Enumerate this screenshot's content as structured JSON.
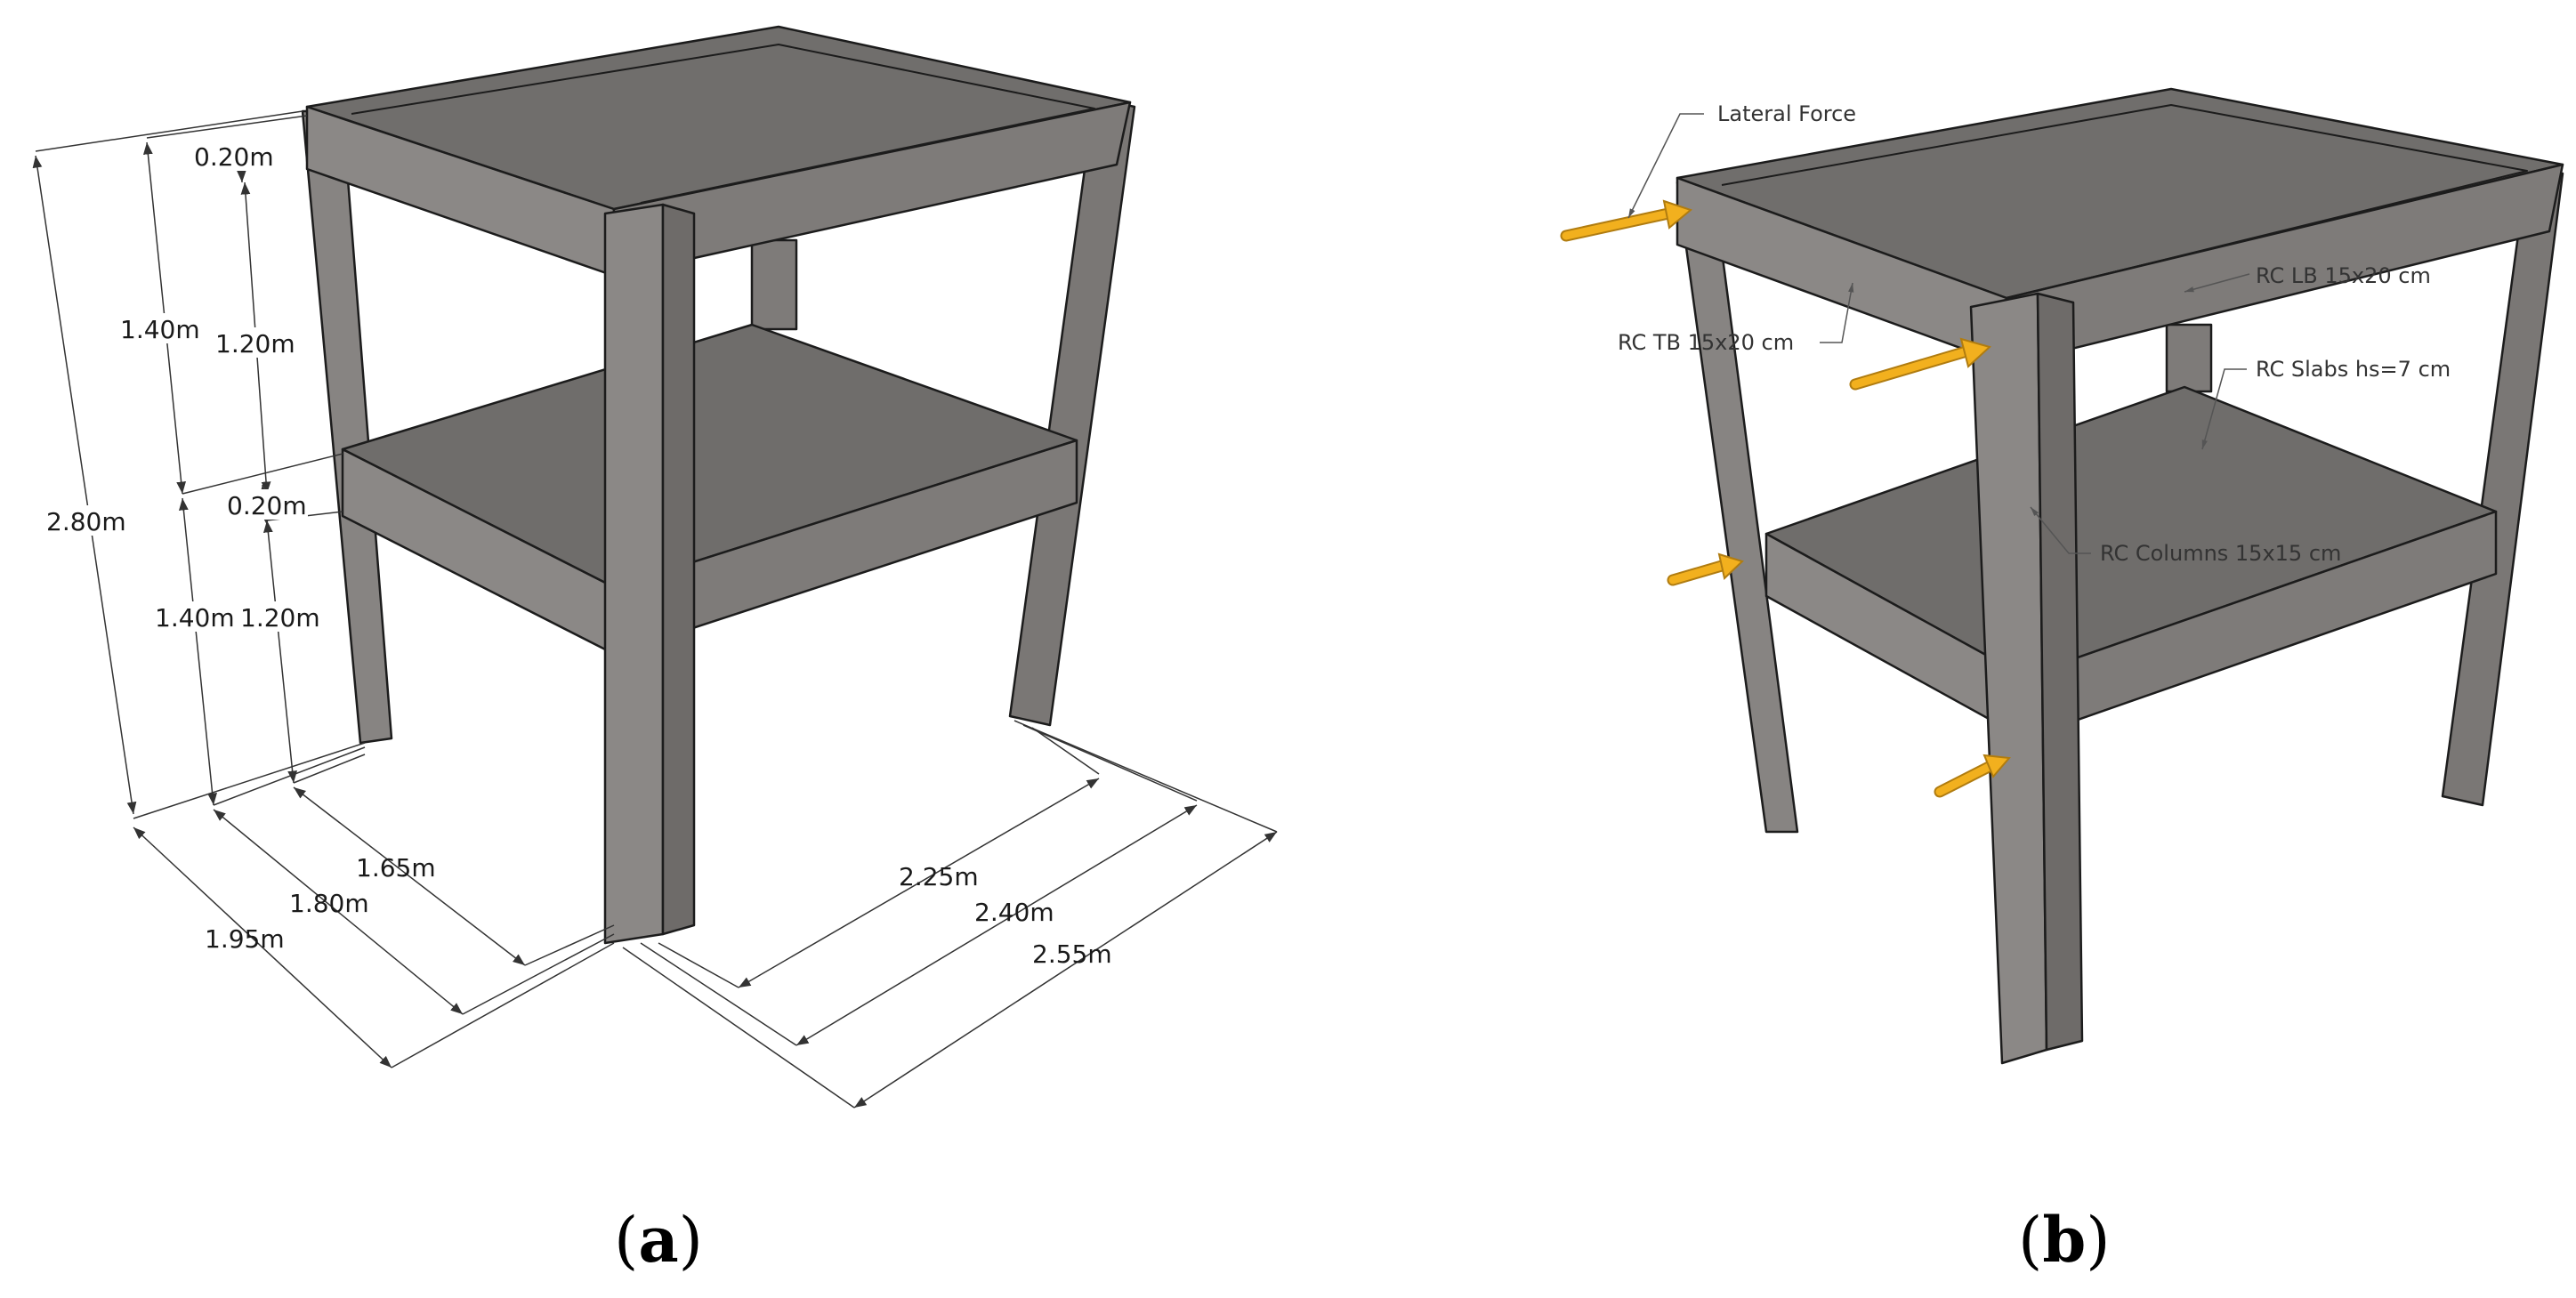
{
  "panel_a": {
    "caption_open": "(",
    "caption_letter": "a",
    "caption_close": ")",
    "dims": {
      "slab_top": "0.20m",
      "storey_upper": "1.40m",
      "clear_upper": "1.20m",
      "slab_mid": "0.20m",
      "total_height": "2.80m",
      "storey_lower": "1.40m",
      "clear_lower": "1.20m",
      "depth_inner": "1.65m",
      "depth_mid": "1.80m",
      "depth_outer": "1.95m",
      "width_inner": "2.25m",
      "width_mid": "2.40m",
      "width_outer": "2.55m"
    }
  },
  "panel_b": {
    "caption_open": "(",
    "caption_letter": "b",
    "caption_close": ")",
    "labels": {
      "lateral_force": "Lateral Force",
      "rc_lb": "RC LB 15x20 cm",
      "rc_tb": "RC TB 15x20 cm",
      "rc_slabs": "RC Slabs hs=7 cm",
      "rc_columns": "RC Columns 15x15 cm"
    }
  },
  "colors": {
    "slab_top": "#727070",
    "beam_face": "#8a8785",
    "column_front": "#8b8886",
    "column_side": "#6e6b69",
    "edge": "#1c1c1c",
    "arrow": "#f2b01e"
  }
}
